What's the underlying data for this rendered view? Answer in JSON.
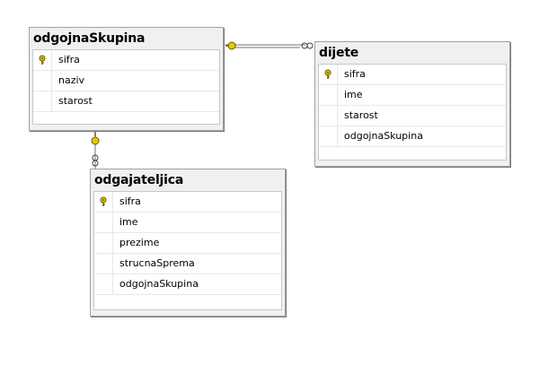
{
  "tables": {
    "odgojnaSkupina": {
      "title": "odgojnaSkupina",
      "columns": [
        "sifra",
        "naziv",
        "starost"
      ]
    },
    "dijete": {
      "title": "dijete",
      "columns": [
        "sifra",
        "ime",
        "starost",
        "odgojnaSkupina"
      ]
    },
    "odgajateljica": {
      "title": "odgajateljica",
      "columns": [
        "sifra",
        "ime",
        "prezime",
        "strucnaSprema",
        "odgojnaSkupina"
      ]
    }
  },
  "primary_key_column": "sifra",
  "relationships": [
    {
      "from": "odgojnaSkupina",
      "to": "dijete",
      "one_end": "key-icon",
      "many_end": "infinity-icon"
    },
    {
      "from": "odgojnaSkupina",
      "to": "odgajateljica",
      "one_end": "key-icon",
      "many_end": "infinity-icon"
    }
  ],
  "colors": {
    "key_icon": "#e8c800",
    "line": "#808080",
    "title_bg": "#f0f0f0"
  }
}
